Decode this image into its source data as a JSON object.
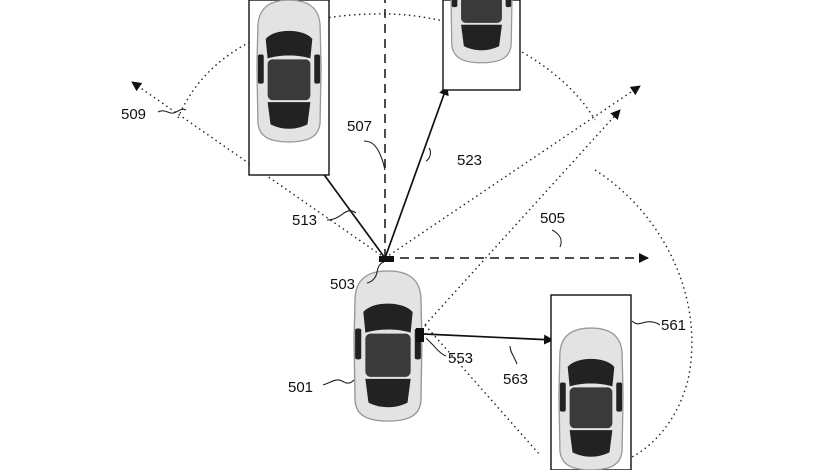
{
  "labels": {
    "ego_vehicle": "501",
    "front_sensor": "503",
    "side_sensor": "553",
    "right_range_line": "505",
    "center_range_line": "507",
    "left_range_line": "509",
    "vector_left_car": "513",
    "vector_center_car": "523",
    "vector_right_car": "563",
    "right_car": "561"
  }
}
